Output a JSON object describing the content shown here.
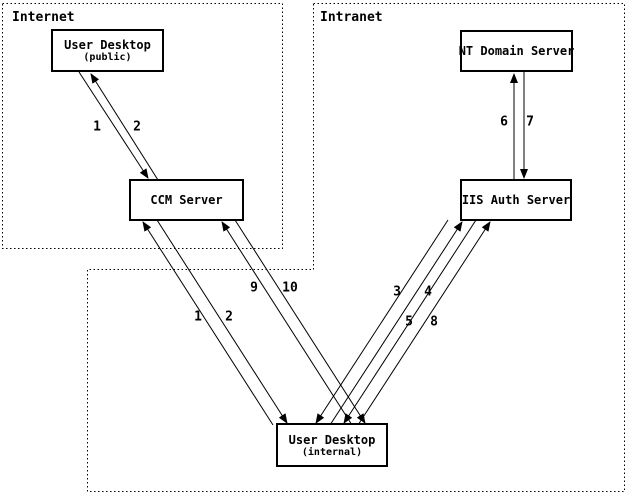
{
  "diagram": {
    "zones": [
      {
        "id": "internet",
        "label": "Internet"
      },
      {
        "id": "intranet",
        "label": "Intranet"
      }
    ],
    "nodes": [
      {
        "id": "ud-public",
        "title": "User Desktop",
        "subtitle": "(public)",
        "zone": "internet"
      },
      {
        "id": "nt-domain",
        "title": "NT Domain Server",
        "zone": "intranet"
      },
      {
        "id": "ccm",
        "title": "CCM Server",
        "zone": "internet"
      },
      {
        "id": "iis",
        "title": "IIS Auth Server",
        "zone": "intranet"
      },
      {
        "id": "ud-internal",
        "title": "User Desktop",
        "subtitle": "(internal)",
        "zone": "intranet"
      }
    ],
    "flows": [
      {
        "label": "1",
        "from": "ud-public",
        "to": "ccm"
      },
      {
        "label": "2",
        "from": "ccm",
        "to": "ud-public"
      },
      {
        "label": "6",
        "from": "iis",
        "to": "nt-domain"
      },
      {
        "label": "7",
        "from": "nt-domain",
        "to": "iis"
      },
      {
        "label": "1",
        "from": "ud-internal",
        "to": "ccm"
      },
      {
        "label": "2",
        "from": "ccm",
        "to": "ud-internal"
      },
      {
        "label": "9",
        "from": "ud-internal",
        "to": "ccm"
      },
      {
        "label": "10",
        "from": "ccm",
        "to": "ud-internal"
      },
      {
        "label": "3",
        "from": "iis",
        "to": "ud-internal"
      },
      {
        "label": "4",
        "from": "ud-internal",
        "to": "iis"
      },
      {
        "label": "5",
        "from": "iis",
        "to": "ud-internal"
      },
      {
        "label": "8",
        "from": "ud-internal",
        "to": "iis"
      }
    ],
    "colors": {
      "line": "#000000",
      "background": "#ffffff",
      "text": "#000000"
    }
  }
}
